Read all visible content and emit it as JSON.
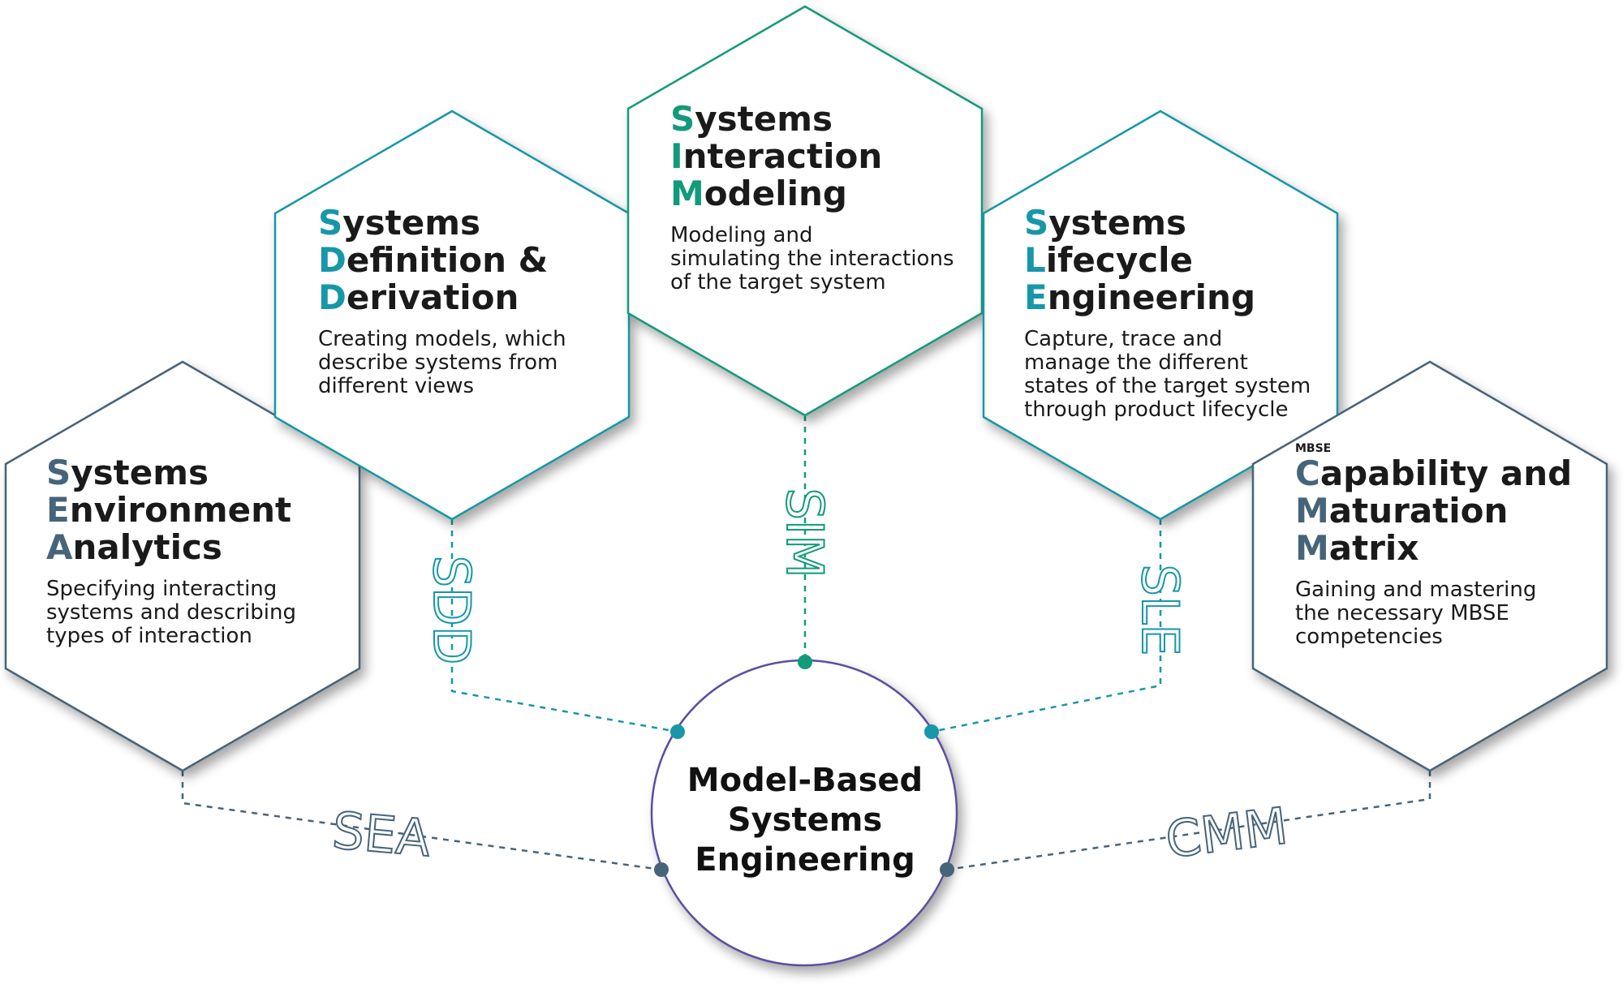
{
  "center": {
    "line1": "Model-Based",
    "line2": "Systems",
    "line3": "Engineering"
  },
  "modules": [
    {
      "id": "sea",
      "abbr": "SEA",
      "color": "#46647a",
      "title": [
        {
          "initial": "S",
          "rest": "ystems"
        },
        {
          "initial": "E",
          "rest": "nvironment"
        },
        {
          "initial": "A",
          "rest": "nalytics"
        }
      ],
      "desc": [
        "Specifying interacting",
        "systems and describing",
        "types of interaction"
      ]
    },
    {
      "id": "sdd",
      "abbr": "SDD",
      "color": "#1797a8",
      "title": [
        {
          "initial": "S",
          "rest": "ystems"
        },
        {
          "initial": "D",
          "rest": "efinition &"
        },
        {
          "initial": "D",
          "rest": "erivation"
        }
      ],
      "desc": [
        "Creating models, which",
        "describe systems from",
        "different views"
      ]
    },
    {
      "id": "sim",
      "abbr": "SIM",
      "color": "#129a7a",
      "title": [
        {
          "initial": "S",
          "rest": "ystems"
        },
        {
          "initial": "I",
          "rest": "nteraction"
        },
        {
          "initial": "M",
          "rest": "odeling"
        }
      ],
      "desc": [
        "Modeling and",
        "simulating the interactions",
        "of the target system"
      ]
    },
    {
      "id": "sle",
      "abbr": "SLE",
      "color": "#1797a8",
      "title": [
        {
          "initial": "S",
          "rest": "ystems"
        },
        {
          "initial": "L",
          "rest": "ifecycle"
        },
        {
          "initial": "E",
          "rest": "ngineering"
        }
      ],
      "desc": [
        "Capture, trace and",
        "manage the different",
        "states of the target system",
        "through product lifecycle"
      ]
    },
    {
      "id": "cmm",
      "abbr": "CMM",
      "color": "#46647a",
      "prefix": "MBSE",
      "title": [
        {
          "initial": "C",
          "rest": "apability and"
        },
        {
          "initial": "M",
          "rest": "aturation"
        },
        {
          "initial": "M",
          "rest": "atrix"
        }
      ],
      "desc": [
        "Gaining and mastering",
        "the necessary MBSE",
        "competencies"
      ]
    }
  ],
  "colors": {
    "circle": "#5a4fa0",
    "dark": "#46647a",
    "teal": "#1797a8",
    "green": "#129a7a"
  }
}
